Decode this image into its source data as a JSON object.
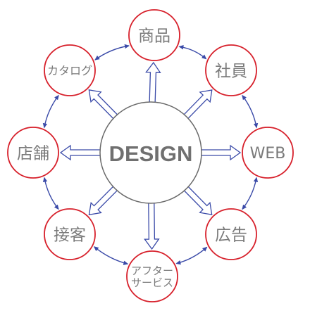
{
  "diagram": {
    "center": {
      "label": "DESIGN"
    },
    "nodes": [
      {
        "id": "shohin",
        "lines": [
          "商品"
        ]
      },
      {
        "id": "shain",
        "lines": [
          "社員"
        ]
      },
      {
        "id": "web",
        "lines": [
          "WEB"
        ]
      },
      {
        "id": "kokoku",
        "lines": [
          "広告"
        ]
      },
      {
        "id": "after-service",
        "lines": [
          "アフター",
          "サービス"
        ]
      },
      {
        "id": "sekkyaku",
        "lines": [
          "接客"
        ]
      },
      {
        "id": "tenpo",
        "lines": [
          "店舗"
        ]
      },
      {
        "id": "catalog",
        "lines": [
          "カタログ"
        ]
      }
    ],
    "colors": {
      "node_border": "#d7202b",
      "arrow": "#3a4aa8",
      "center_border": "#6a6a6a",
      "text": "#7a7a7a"
    }
  }
}
